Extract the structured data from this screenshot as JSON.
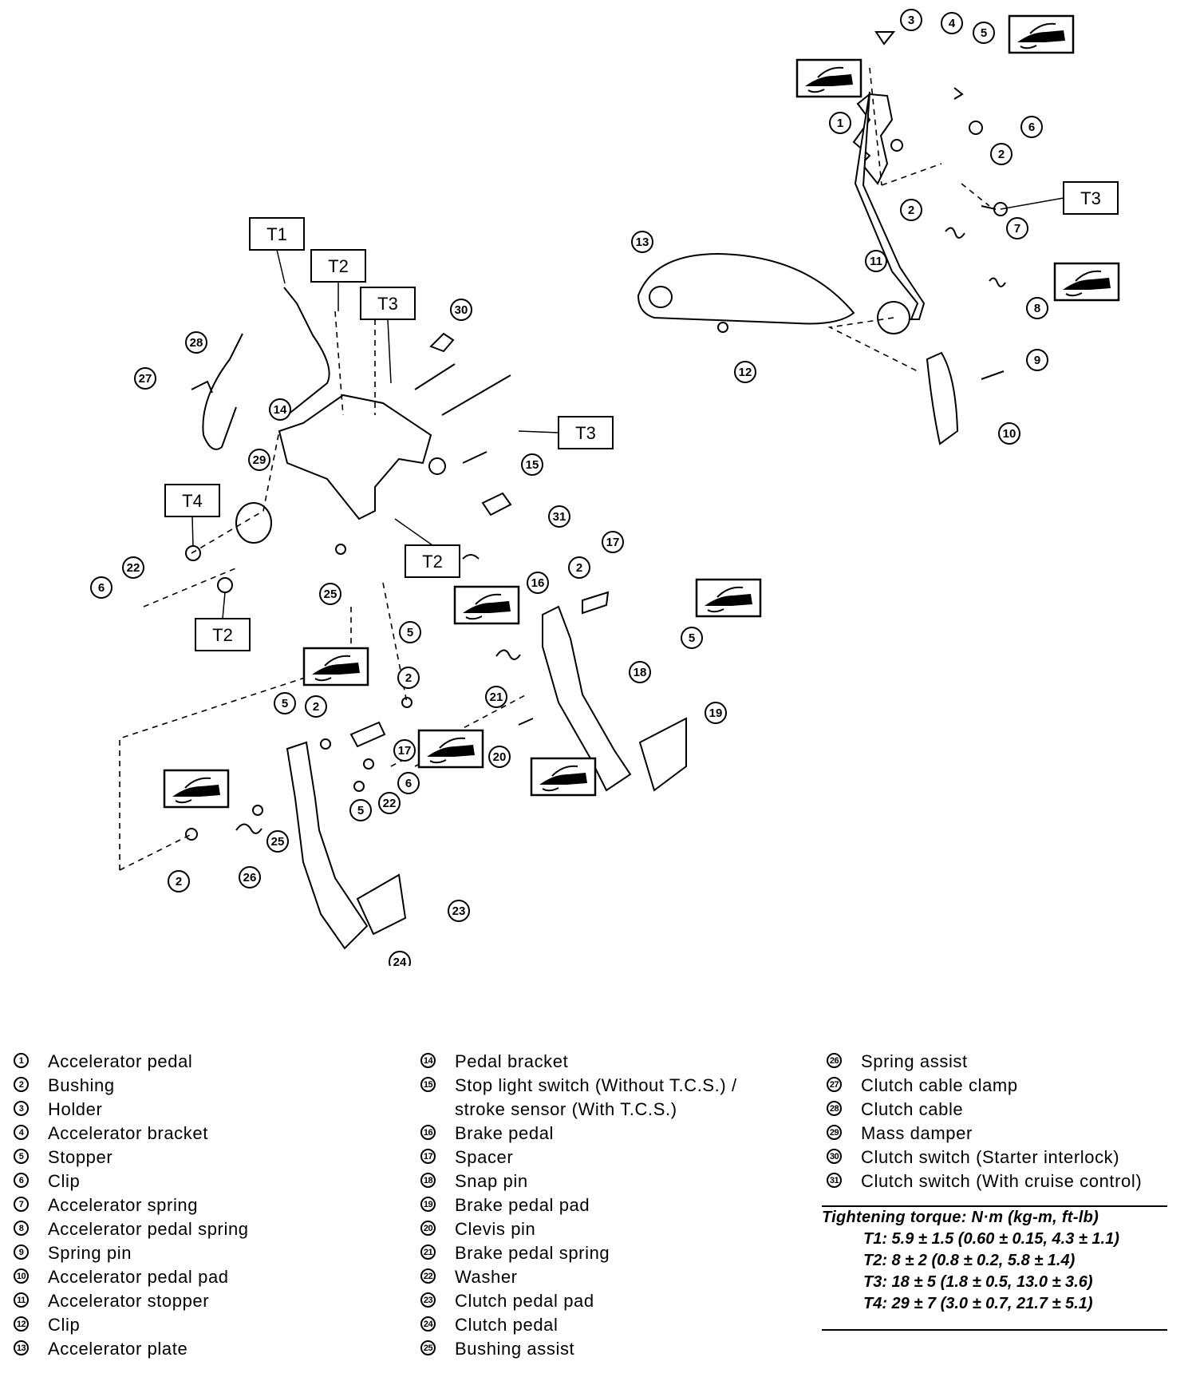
{
  "callouts": [
    "1",
    "2",
    "3",
    "4",
    "5",
    "6",
    "7",
    "8",
    "9",
    "10",
    "11",
    "12",
    "13",
    "14",
    "15",
    "16",
    "17",
    "18",
    "19",
    "20",
    "21",
    "22",
    "23",
    "24",
    "25",
    "26",
    "27",
    "28",
    "29",
    "30",
    "31"
  ],
  "torque_tags": {
    "t1": "T1",
    "t2": "T2",
    "t3": "T3",
    "t4": "T4"
  },
  "legend": {
    "col1": [
      {
        "num": "1",
        "label": "Accelerator pedal"
      },
      {
        "num": "2",
        "label": "Bushing"
      },
      {
        "num": "3",
        "label": "Holder"
      },
      {
        "num": "4",
        "label": "Accelerator bracket"
      },
      {
        "num": "5",
        "label": "Stopper"
      },
      {
        "num": "6",
        "label": "Clip"
      },
      {
        "num": "7",
        "label": "Accelerator spring"
      },
      {
        "num": "8",
        "label": "Accelerator pedal spring"
      },
      {
        "num": "9",
        "label": "Spring pin"
      },
      {
        "num": "10",
        "label": "Accelerator pedal pad"
      },
      {
        "num": "11",
        "label": "Accelerator stopper"
      },
      {
        "num": "12",
        "label": "Clip"
      },
      {
        "num": "13",
        "label": "Accelerator plate"
      }
    ],
    "col2": [
      {
        "num": "14",
        "label": "Pedal bracket"
      },
      {
        "num": "15",
        "label": "Stop light switch (Without T.C.S.) /"
      },
      {
        "num": "",
        "label": "stroke sensor (With T.C.S.)"
      },
      {
        "num": "16",
        "label": "Brake pedal"
      },
      {
        "num": "17",
        "label": "Spacer"
      },
      {
        "num": "18",
        "label": "Snap pin"
      },
      {
        "num": "19",
        "label": "Brake pedal pad"
      },
      {
        "num": "20",
        "label": "Clevis pin"
      },
      {
        "num": "21",
        "label": "Brake pedal spring"
      },
      {
        "num": "22",
        "label": "Washer"
      },
      {
        "num": "23",
        "label": "Clutch pedal pad"
      },
      {
        "num": "24",
        "label": "Clutch pedal"
      },
      {
        "num": "25",
        "label": "Bushing assist"
      }
    ],
    "col3": [
      {
        "num": "26",
        "label": "Spring assist"
      },
      {
        "num": "27",
        "label": "Clutch cable clamp"
      },
      {
        "num": "28",
        "label": "Clutch cable"
      },
      {
        "num": "29",
        "label": "Mass damper"
      },
      {
        "num": "30",
        "label": "Clutch switch (Starter interlock)"
      },
      {
        "num": "31",
        "label": "Clutch switch (With cruise control)"
      }
    ]
  },
  "torque": {
    "title": "Tightening torque: N·m (kg-m, ft-lb)",
    "rows": [
      "T1:  5.9 ± 1.5 (0.60 ± 0.15, 4.3 ± 1.1)",
      "T2:  8 ± 2 (0.8 ± 0.2, 5.8 ± 1.4)",
      "T3:  18 ± 5 (1.8 ± 0.5, 13.0 ± 3.6)",
      "T4:  29 ± 7 (3.0 ± 0.7, 21.7 ± 5.1)"
    ]
  }
}
